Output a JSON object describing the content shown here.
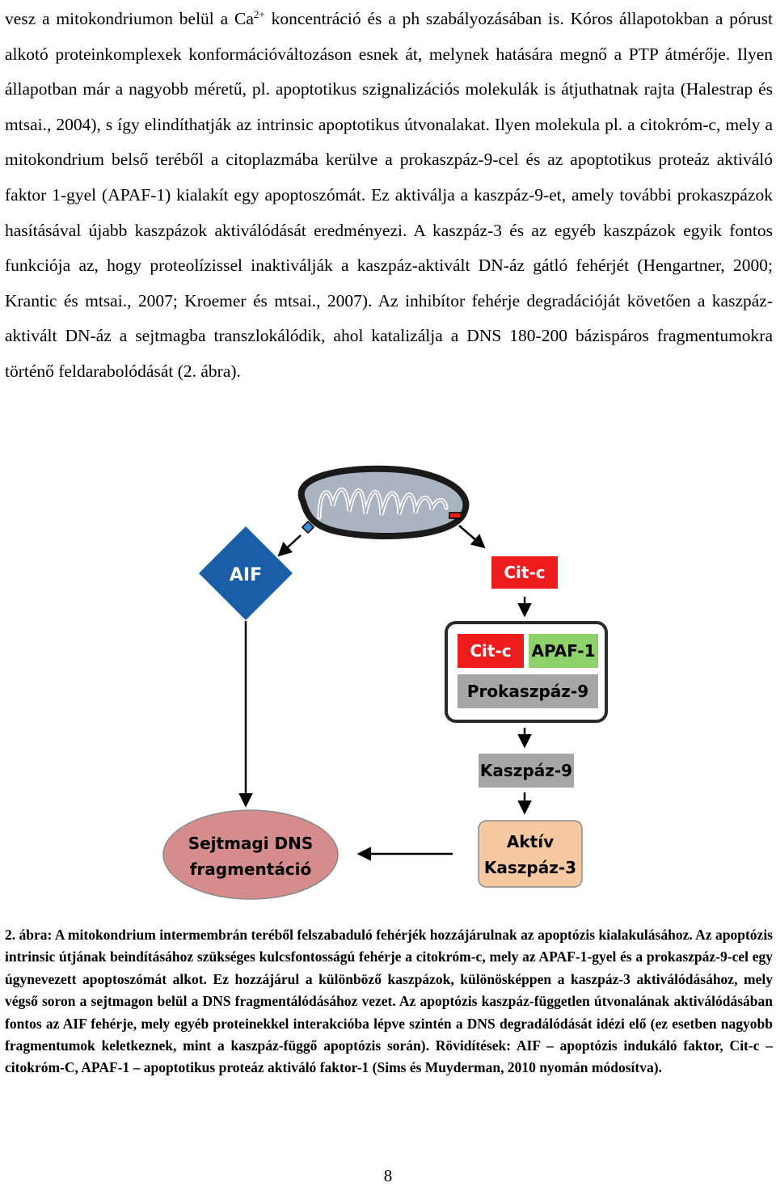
{
  "paragraph": {
    "part1": "vesz a mitokondriumon belül a Ca",
    "sup": "2+",
    "part2": " koncentráció és a ph szabályozásában is. Kóros állapotokban a pórust alkotó proteinkomplexek konformációváltozáson esnek át, melynek hatására megnő a PTP átmérője. Ilyen állapotban már a nagyobb méretű, pl. apoptotikus szignalizációs molekulák is átjuthatnak rajta (Halestrap és mtsai., 2004), s így elindíthatják az intrinsic apoptotikus útvonalakat. Ilyen molekula pl. a citokróm-c, mely a mitokondrium belső teréből a citoplazmába kerülve a prokaszpáz-9-cel és az apoptotikus proteáz aktiváló faktor 1-gyel (APAF-1) kialakít egy apoptoszómát. Ez aktiválja a kaszpáz-9-et, amely további prokaszpázok hasításával újabb kaszpázok aktiválódását eredményezi. A kaszpáz-3 és az egyéb kaszpázok egyik fontos funkciója az, hogy proteolízissel inaktiválják a kaszpáz-aktivált DN-áz gátló fehérjét (Hengartner, 2000; Krantic és mtsai., 2007; Kroemer és mtsai., 2007). Az inhibítor fehérje degradációját követően a kaszpáz-aktivált DN-áz a sejtmagba transzlokálódik, ahol katalizálja a DNS 180-200 bázispáros fragmentumokra történő feldarabolódását (2. ábra)."
  },
  "diagram": {
    "aif": "AIF",
    "citc_top": "Cit-c",
    "citc_complex": "Cit-c",
    "apaf1": "APAF-1",
    "prokaszpaz9": "Prokaszpáz-9",
    "kaszpaz9": "Kaszpáz-9",
    "aktiv_line1": "Aktív",
    "aktiv_line2": "Kaszpáz-3",
    "dns_line1": "Sejtmagi DNS",
    "dns_line2": "fragmentáció",
    "colors": {
      "aif_blue": "#1b5ea8",
      "red": "#ee1c1c",
      "green": "#8ed26a",
      "grey_box": "#a6a6a6",
      "orange": "#f8c9a0",
      "rose": "#d58c8c",
      "mito_fill": "#aab4c0"
    }
  },
  "caption": {
    "lead": "2. ábra: A mitokondrium intermembrán teréből felszabaduló fehérjék hozzájárulnak az apoptózis kialakulásához.",
    "text": " Az apoptózis intrinsic útjának beindításához szükséges kulcsfontosságú fehérje a citokróm-c, mely az APAF-1-gyel és a prokaszpáz-9-cel egy úgynevezett apoptoszómát alkot. Ez hozzájárul a különböző kaszpázok, különösképpen a kaszpáz-3 aktiválódásához, mely végső soron a sejtmagon belül a DNS fragmentálódásához vezet. Az apoptózis kaszpáz-független útvonalának aktiválódásában fontos az AIF fehérje, mely egyéb proteinekkel interakcióba lépve szintén a DNS degradálódását idézi elő (ez esetben nagyobb fragmentumok keletkeznek, mint a kaszpáz-függő apoptózis során). Rövidítések: AIF – apoptózis indukáló faktor, Cit-c – citokróm-C, APAF-1 – apoptotikus proteáz aktiváló faktor-1 (Sims és Muyderman, 2010 nyomán módosítva)."
  },
  "page_number": "8"
}
